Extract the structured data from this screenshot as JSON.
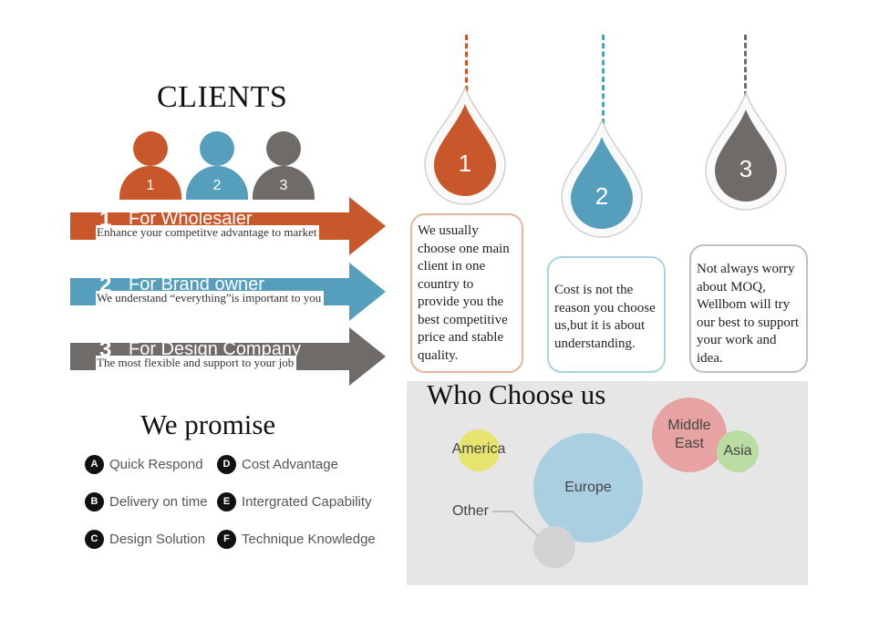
{
  "clients": {
    "title": "CLIENTS",
    "people": [
      {
        "num": "1",
        "color": "#c8582b"
      },
      {
        "num": "2",
        "color": "#569fbc"
      },
      {
        "num": "3",
        "color": "#6f6b69"
      }
    ]
  },
  "bands": [
    {
      "num": "1",
      "label": "For Wholesaler",
      "sub": "Enhance your competitve advantage to market",
      "color": "#c8582b"
    },
    {
      "num": "2",
      "label": "For Brand owner",
      "sub": "We understand “everything”is important to you",
      "color": "#569fbc"
    },
    {
      "num": "3",
      "label": "For Design Company",
      "sub": "The most flexible and support to your job",
      "color": "#6f6b69"
    }
  ],
  "promise": {
    "title": "We promise",
    "items": [
      {
        "badge": "A",
        "text": "Quick Respond"
      },
      {
        "badge": "D",
        "text": "Cost Advantage"
      },
      {
        "badge": "B",
        "text": "Delivery on time"
      },
      {
        "badge": "E",
        "text": "Intergrated Capability"
      },
      {
        "badge": "C",
        "text": "Design Solution"
      },
      {
        "badge": "F",
        "text": "Technique Knowledge"
      }
    ]
  },
  "drops": [
    {
      "num": "1",
      "color": "#c8582b",
      "card_border": "#e6b49b",
      "text": "We usually choose one main client in one country to provide you the best competitive price and stable quality."
    },
    {
      "num": "2",
      "color": "#569fbc",
      "card_border": "#a9d3e3",
      "text": "Cost is not the reason you choose us,but it is about understanding."
    },
    {
      "num": "3",
      "color": "#6f6b69",
      "card_border": "#c0c0c0",
      "text": "Not always worry about MOQ, Wellbom will try our best to support your work and idea."
    }
  ],
  "who": {
    "title": "Who Choose us",
    "regions": [
      {
        "label": "America",
        "color": "#e6e36e"
      },
      {
        "label": "Europe",
        "color": "#a9cfe0"
      },
      {
        "label": "Middle East",
        "color": "#e7a3a2"
      },
      {
        "label": "Asia",
        "color": "#b9dca3"
      },
      {
        "label": "Other",
        "color": "#d3d3d3"
      }
    ]
  }
}
